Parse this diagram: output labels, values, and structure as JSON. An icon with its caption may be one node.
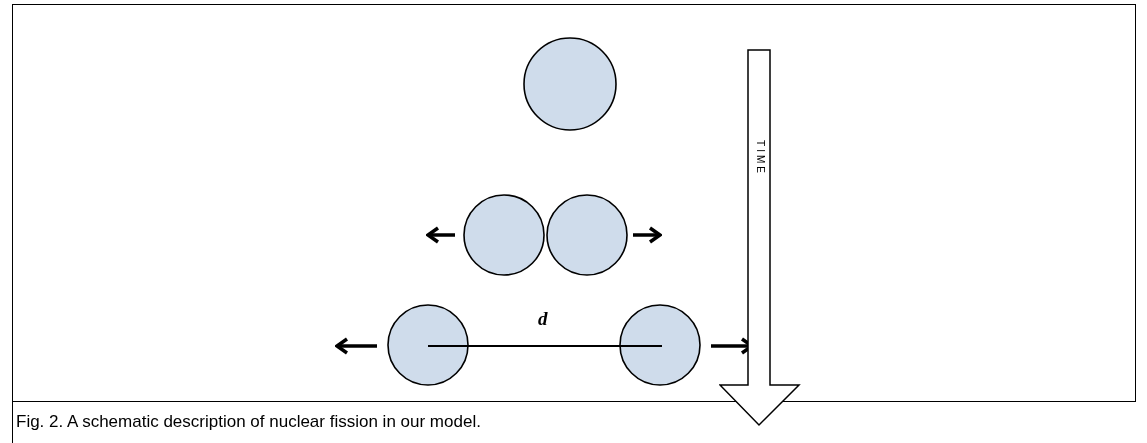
{
  "diagram": {
    "caption": "Fig. 2. A schematic description of nuclear fission in our model.",
    "nodes": [
      {
        "text": [],
        "shape": "circle"
      },
      {
        "text": [],
        "shape": "circle"
      },
      {
        "text": [],
        "shape": "circle"
      },
      {
        "text": [],
        "shape": "circle"
      },
      {
        "text": [],
        "shape": "circle"
      }
    ],
    "edges": [],
    "labels": [
      "d",
      "TIME"
    ]
  }
}
